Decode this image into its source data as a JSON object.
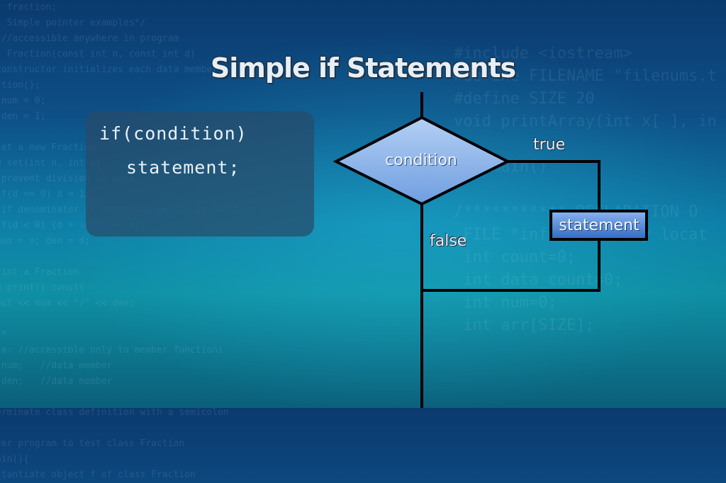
{
  "title": "Simple if Statements",
  "code": {
    "line1": "if(condition)",
    "line2": "statement;"
  },
  "flowchart": {
    "decision_label": "condition",
    "true_label": "true",
    "false_label": "false",
    "statement_label": "statement"
  },
  "colors": {
    "decision_fill": "#8fb6ea",
    "statement_fill": "#4a86d6",
    "line": "#000000"
  }
}
